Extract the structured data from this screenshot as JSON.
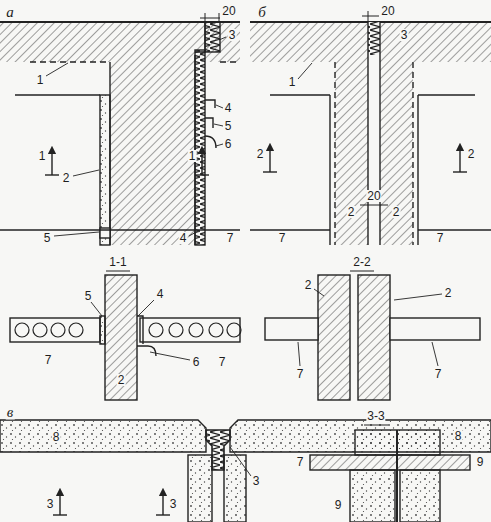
{
  "diagram": {
    "labels": [
      "а",
      "20",
      "3",
      "1",
      "4",
      "5",
      "6",
      "1",
      "1",
      "2",
      "5",
      "4",
      "7",
      "б",
      "20",
      "3",
      "1",
      "2",
      "2",
      "7",
      "2",
      "20",
      "2",
      "7",
      "1-1",
      "2-2",
      "5",
      "4",
      "7",
      "2",
      "6",
      "7",
      "2",
      "2",
      "7",
      "7",
      "в",
      "8",
      "3",
      "3",
      "3",
      "3-3",
      "8",
      "7",
      "9",
      "9"
    ]
  }
}
